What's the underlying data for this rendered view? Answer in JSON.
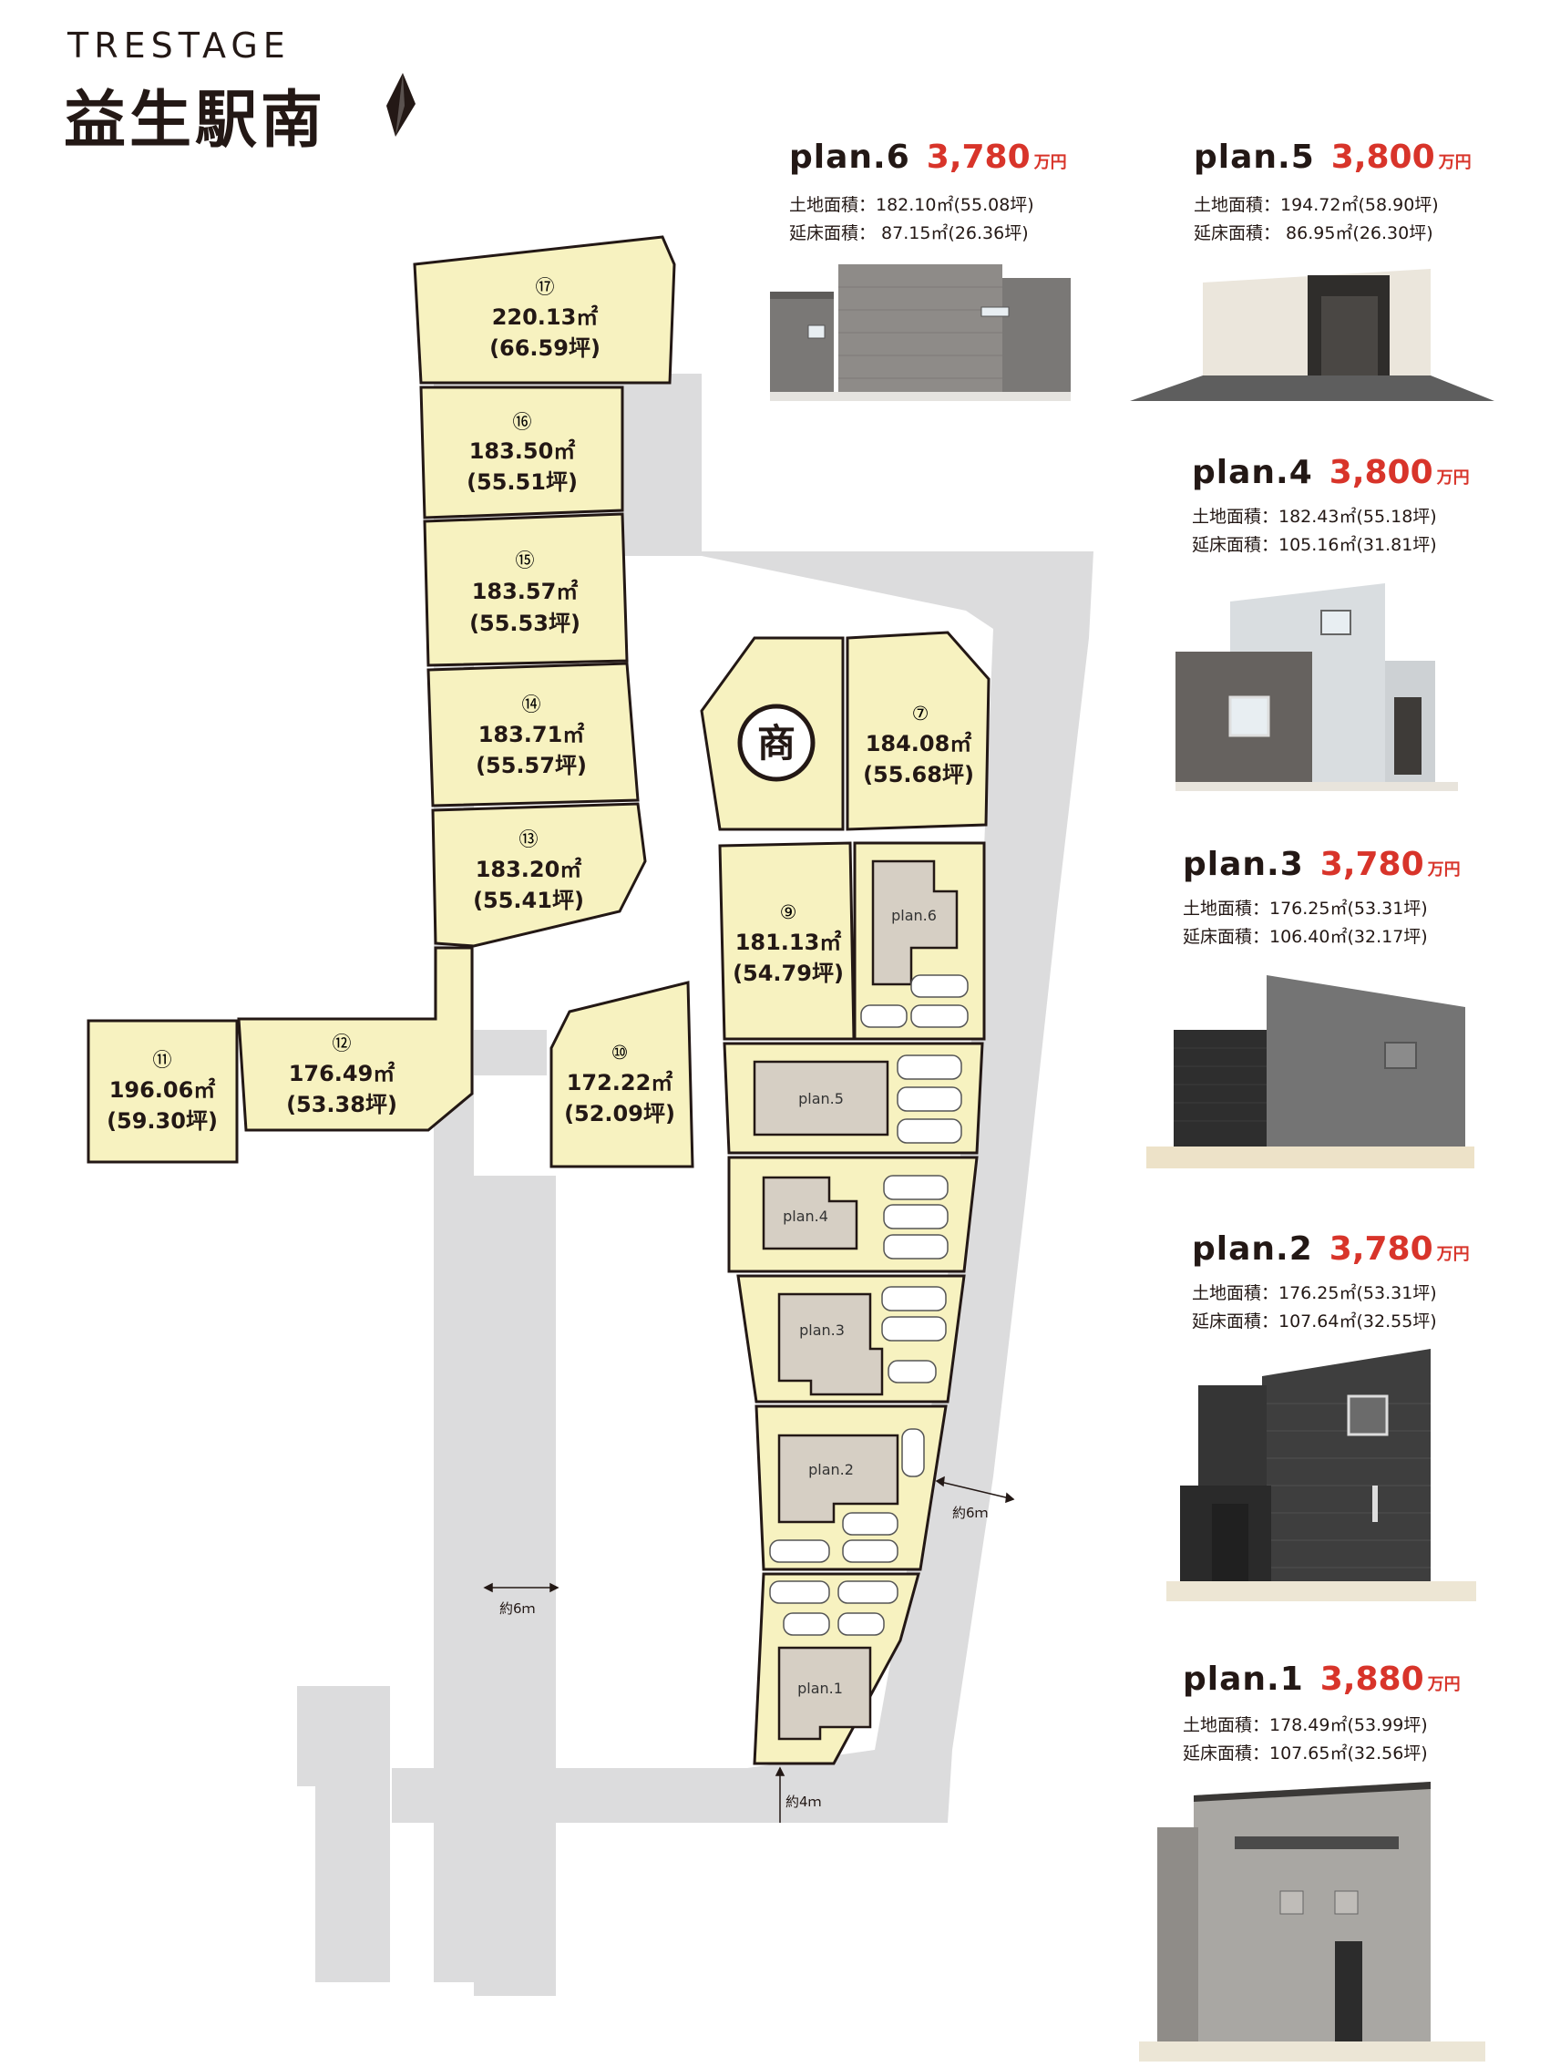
{
  "header": {
    "brand": "TRESTAGE",
    "title": "益生駅南"
  },
  "lots": [
    {
      "no": "⑰",
      "area": "220.13㎡",
      "tsubo": "(66.59坪)"
    },
    {
      "no": "⑯",
      "area": "183.50㎡",
      "tsubo": "(55.51坪)"
    },
    {
      "no": "⑮",
      "area": "183.57㎡",
      "tsubo": "(55.53坪)"
    },
    {
      "no": "⑭",
      "area": "183.71㎡",
      "tsubo": "(55.57坪)"
    },
    {
      "no": "⑬",
      "area": "183.20㎡",
      "tsubo": "(55.41坪)"
    },
    {
      "no": "⑪",
      "area": "196.06㎡",
      "tsubo": "(59.30坪)"
    },
    {
      "no": "⑫",
      "area": "176.49㎡",
      "tsubo": "(53.38坪)"
    },
    {
      "no": "⑩",
      "area": "172.22㎡",
      "tsubo": "(52.09坪)"
    },
    {
      "no": "⑦",
      "area": "184.08㎡",
      "tsubo": "(55.68坪)"
    },
    {
      "no": "⑨",
      "area": "181.13㎡",
      "tsubo": "(54.79坪)"
    }
  ],
  "commercial_mark": "商",
  "map_plan_labels": [
    "plan.6",
    "plan.5",
    "plan.4",
    "plan.3",
    "plan.2",
    "plan.1"
  ],
  "road_widths": {
    "east": "約6ｍ",
    "west": "約6ｍ",
    "south": "約4ｍ"
  },
  "plans": [
    {
      "name": "plan.6",
      "price": "3,780",
      "unit": "万円",
      "land": "土地面積：182.10㎡(55.08坪)",
      "floor": "延床面積： 87.15㎡(26.36坪)"
    },
    {
      "name": "plan.5",
      "price": "3,800",
      "unit": "万円",
      "land": "土地面積：194.72㎡(58.90坪)",
      "floor": "延床面積： 86.95㎡(26.30坪)"
    },
    {
      "name": "plan.4",
      "price": "3,800",
      "unit": "万円",
      "land": "土地面積：182.43㎡(55.18坪)",
      "floor": "延床面積：105.16㎡(31.81坪)"
    },
    {
      "name": "plan.3",
      "price": "3,780",
      "unit": "万円",
      "land": "土地面積：176.25㎡(53.31坪)",
      "floor": "延床面積：106.40㎡(32.17坪)"
    },
    {
      "name": "plan.2",
      "price": "3,780",
      "unit": "万円",
      "land": "土地面積：176.25㎡(53.31坪)",
      "floor": "延床面積：107.64㎡(32.55坪)"
    },
    {
      "name": "plan.1",
      "price": "3,880",
      "unit": "万円",
      "land": "土地面積：178.49㎡(53.99坪)",
      "floor": "延床面積：107.65㎡(32.56坪)"
    }
  ],
  "colors": {
    "lot_fill": "#f7f2c0",
    "road": "#dcdcdd",
    "price_red": "#d8342a",
    "line": "#231815",
    "building": "#d6cfc4"
  }
}
